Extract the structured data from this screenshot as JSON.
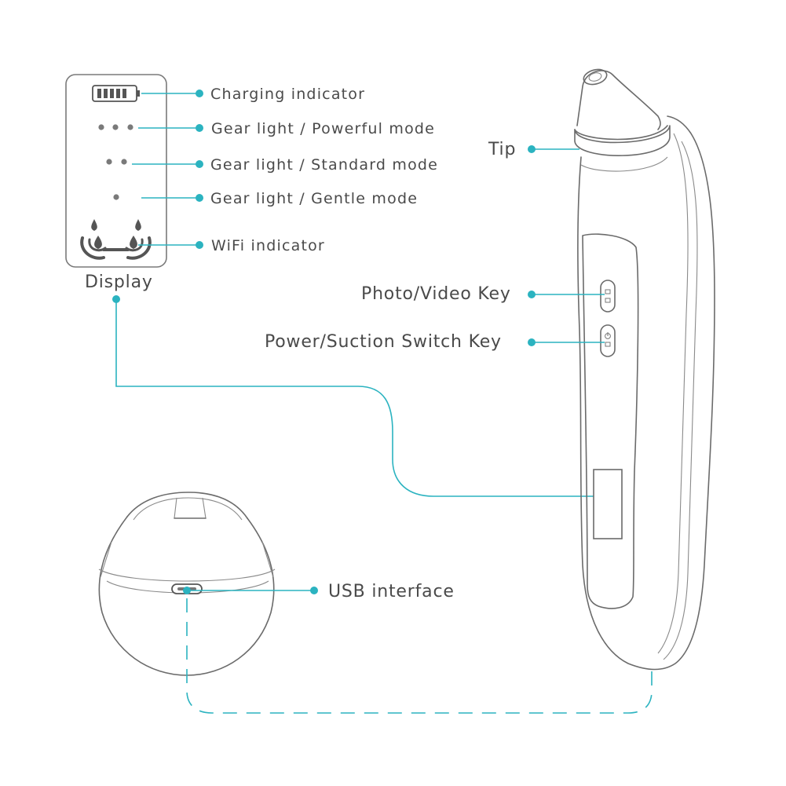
{
  "accent_color": "#2bb3c0",
  "line_color": "#6b6b6b",
  "display_panel": {
    "title": "Display",
    "icons": [
      "battery-icon",
      "three-dots-icon",
      "two-dots-icon",
      "one-dot-icon",
      "wifi-drops-icon"
    ]
  },
  "callouts": {
    "charging_indicator": "Charging indicator",
    "gear_powerful": "Gear light / Powerful mode",
    "gear_standard": "Gear light / Standard mode",
    "gear_gentle": "Gear light / Gentle mode",
    "wifi_indicator": "WiFi indicator",
    "tip": "Tip",
    "photo_video_key": "Photo/Video Key",
    "power_suction_key": "Power/Suction Switch Key",
    "usb_interface": "USB interface"
  }
}
